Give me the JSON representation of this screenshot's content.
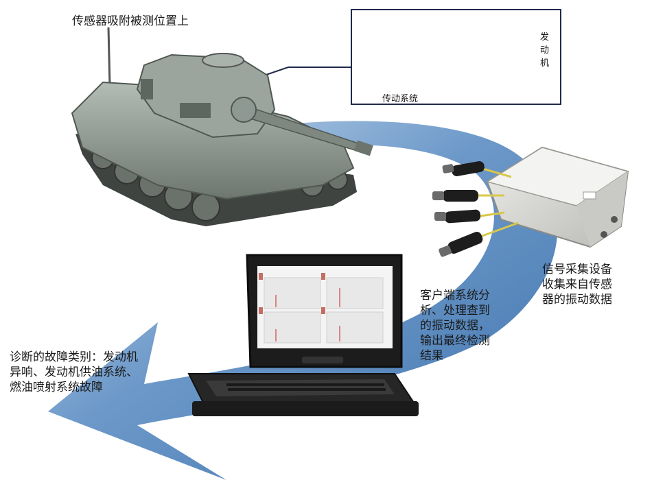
{
  "labels": {
    "sensor_attach": "传感器吸附被测位置上",
    "transmission": "传动系统",
    "engine": "发动机",
    "acquisition": [
      "信号采集设备",
      "收集来自传感",
      "器的振动数据"
    ],
    "client": "客户端系统分析、处理查到的振动数据，输出最终检测结果",
    "diagnosis": "诊断的故障类别：发动机异响、发动机供油系统、燃油喷射系统故障"
  },
  "colors": {
    "arrow": "#3f73ad",
    "arrow_light": "#cfe0f1",
    "tank": "#8f9a92",
    "tank_dark": "#5d665f",
    "frame": "#1f2a4a"
  },
  "icons": [
    "tank-image",
    "engine-transmission-image",
    "engine-image",
    "sensor-probe-icon",
    "data-acquisition-box",
    "rugged-laptop-image"
  ]
}
